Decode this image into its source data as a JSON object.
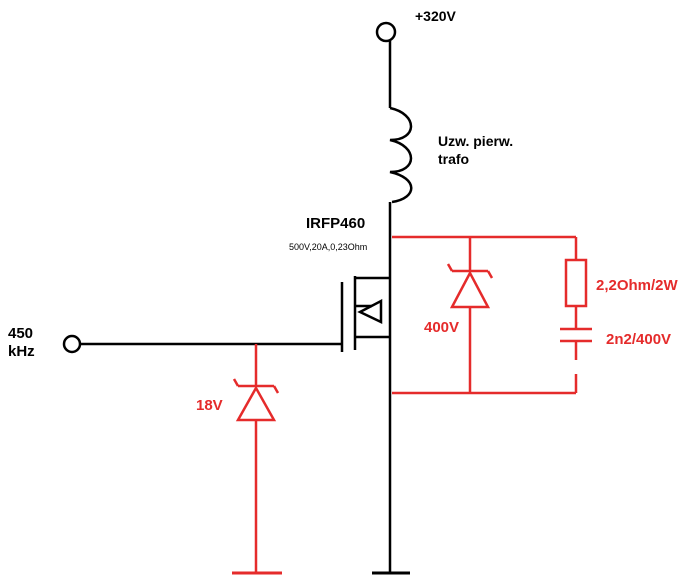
{
  "colors": {
    "wire_black": "#000000",
    "wire_red": "#e52b2b"
  },
  "labels": {
    "supply": "+320V",
    "primary_line1": "Uzw. pierw.",
    "primary_line2": "trafo",
    "mosfet_name": "IRFP460",
    "mosfet_specs": "500V,20A,0,23Ohm",
    "input_line1": "450",
    "input_line2": "kHz",
    "zener_gate": "18V",
    "zener_snubber": "400V",
    "resistor": "2,2Ohm/2W",
    "capacitor": "2n2/400V"
  }
}
